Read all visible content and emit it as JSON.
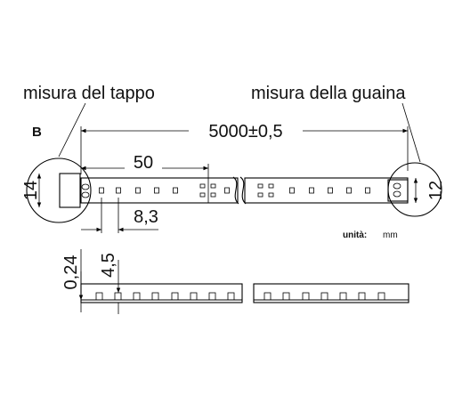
{
  "labels": {
    "cap_label": "misura del tappo",
    "sleeve_label": "misura della guaina",
    "variant": "B",
    "unit_key": "unità:",
    "unit_value": "mm"
  },
  "dimensions": {
    "total_length": "5000±0,5",
    "segment": "50",
    "pitch": "8,3",
    "cap_width": "14",
    "sleeve_width": "12",
    "thickness": "0,24",
    "height": "4,5"
  },
  "colors": {
    "line": "#000000",
    "text": "#111111"
  }
}
